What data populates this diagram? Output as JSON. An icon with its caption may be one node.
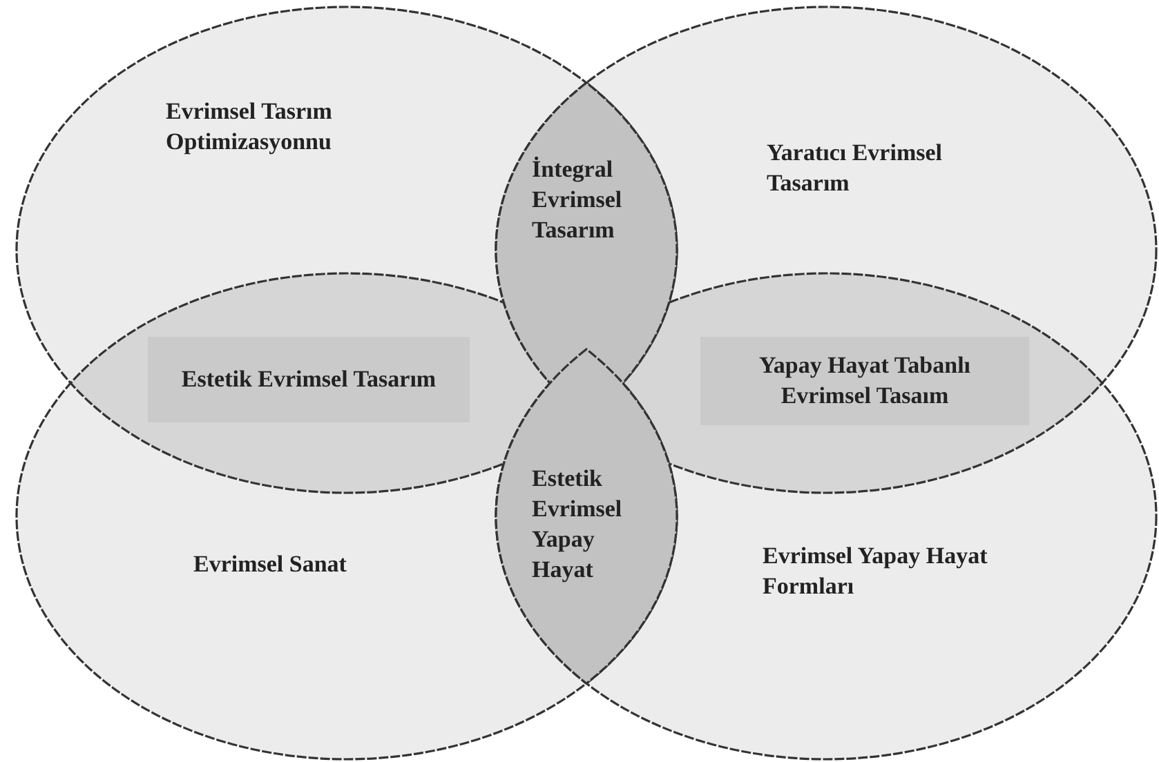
{
  "diagram": {
    "nodes": [
      {
        "text": [
          "Evrimsel Tasrım Optimizasyonnu"
        ]
      },
      {
        "text": [
          "İntegral Evrimsel Tasarım"
        ]
      },
      {
        "text": [
          "Yaratıcı Evrimsel Tasarım"
        ]
      },
      {
        "text": [
          "Estetik Evrimsel Tasarım"
        ]
      },
      {
        "text": [
          "Yapay Hayat Tabanlı Evrimsel Tasaım"
        ]
      },
      {
        "text": [
          "Evrimsel Sanat"
        ]
      },
      {
        "text": [
          "Estetik Evrimsel Yapay Hayat"
        ]
      },
      {
        "text": [
          "Evrimsel Yapay Hayat Formları"
        ]
      }
    ]
  }
}
